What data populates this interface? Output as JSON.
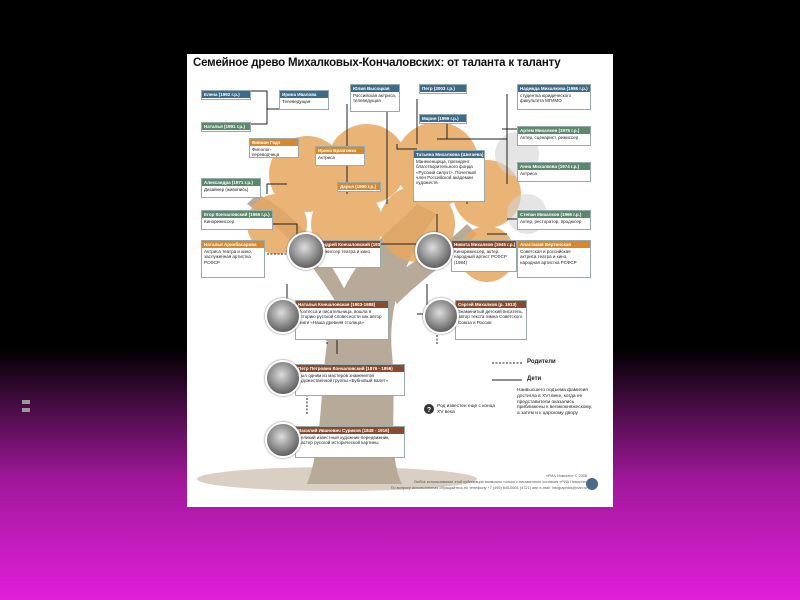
{
  "title": "Семейное древо Михалковых-Кончаловских: от таланта к таланту",
  "people": [
    {
      "id": "egor1",
      "name": "Елена (1992 г.р.)",
      "role": "",
      "color": "b"
    },
    {
      "id": "natasha",
      "name": "Наталья (1991 г.р.)",
      "role": "",
      "color": "g"
    },
    {
      "id": "irina_n",
      "name": "Ирина Ивалова",
      "role": "Телеведущая",
      "color": "b"
    },
    {
      "id": "yulia",
      "name": "Юлия Высоцкая",
      "role": "Российская актриса, телеведущая",
      "color": "b"
    },
    {
      "id": "petr",
      "name": "Петр (2003 г.р.)",
      "role": "",
      "color": "b"
    },
    {
      "id": "nadezhda",
      "name": "Надежда Михалкова (1986 г.р.)",
      "role": "студентка юридического факультета МГИМО",
      "color": "b"
    },
    {
      "id": "vivian",
      "name": "Вивиан Годэ",
      "role": "Филолог-переводчица",
      "color": "o"
    },
    {
      "id": "irina_b",
      "name": "Ирина Бразговка",
      "role": "Актриса",
      "color": "o"
    },
    {
      "id": "maria",
      "name": "Мария (1999 г.р.)",
      "role": "",
      "color": "b"
    },
    {
      "id": "artem",
      "name": "Артем Михалков (1975 г.р.)",
      "role": "Актер, сценарист, режиссер",
      "color": "g"
    },
    {
      "id": "tatiana",
      "name": "Татьяна Михалкова (Шигаева)",
      "role": "Манекенщица, президент благотворительного фонда «Русский силуэт». Почетный член Российской академии художеств",
      "color": "b"
    },
    {
      "id": "alexandr",
      "name": "Александра (1971 г.р.)",
      "role": "Дизайнер (живопись)",
      "color": "g"
    },
    {
      "id": "darya",
      "name": "Дарья (1980 г.р.)",
      "role": "",
      "color": "o"
    },
    {
      "id": "anna",
      "name": "Анна Михалкова (1974 г.р.)",
      "role": "Актриса",
      "color": "g"
    },
    {
      "id": "egor",
      "name": "Егор Кончаловский (1966 г.р.)",
      "role": "Кинорежиссер",
      "color": "g"
    },
    {
      "id": "stepan",
      "name": "Степан Михалков (1966 г.р.)",
      "role": "Актер, ресторатор, продюсер",
      "color": "g"
    },
    {
      "id": "natalia_a",
      "name": "Наталья Аринбасарова",
      "role": "Актриса театра и кино, заслуженная артистка РСФСР",
      "color": "o"
    },
    {
      "id": "andrei",
      "name": "Андрей Кончаловский (1937 г.р.)",
      "role": "Режиссер театра и кино",
      "color": "br"
    },
    {
      "id": "nikita",
      "name": "Никита Михалков (1945 г.р.)",
      "role": "Кинорежиссер, актер, народный артист РСФСР (1984)",
      "color": "br"
    },
    {
      "id": "anastasia",
      "name": "Анастасия Вертинская",
      "role": "Советская и российская актриса театра и кино, народная артистка РСФСР",
      "color": "o"
    },
    {
      "id": "natalia_k",
      "name": "Наталья Кончаловская (1903-1988)",
      "role": "Поэтесса и писательница, вошла в историю русской словесности как автор книги «Наша древняя столица»",
      "color": "br"
    },
    {
      "id": "sergei",
      "name": "Сергей Михалков (р. 1913)",
      "role": "Знаменитый детский писатель, автор текста гимна Советского Союза и России",
      "color": "br"
    },
    {
      "id": "petr_p",
      "name": "Петр Петрович Кончаловский (1876 - 1956)",
      "role": "Был одним из мастеров знаменитой художественной группы «Бубновый валет»",
      "color": "br"
    },
    {
      "id": "vasily",
      "name": "Василий Иванович Суриков (1848 - 1916)",
      "role": "Великий известный художник-передвижник, мастер русской исторической картины",
      "color": "br"
    }
  ],
  "legend": {
    "parents": "Родители",
    "children": "Дети"
  },
  "note1": "Род известен еще с конца XV века",
  "note2": "Наивысшего подъема фамилия достигла в XVI веке, когда ее представители оказались приближены к великокняжескому, а затем и к царскому двору",
  "footer": {
    "line1": "«РИА Новости» © 2008",
    "line2": "Любое использование этой публикации возможно только с письменного согласия «РИА Новости»",
    "line3": "По вопросу использования обращайтесь по телефону +7 (495) 645-6601 (4721) или e-mail: infographics@rian.ru"
  },
  "colors": {
    "green": "#5a8a6a",
    "blue": "#3e6a8c",
    "orange": "#d8882e",
    "brown": "#8a4a2e",
    "tree": "#a89a8a",
    "leaves": "#e8a860"
  }
}
